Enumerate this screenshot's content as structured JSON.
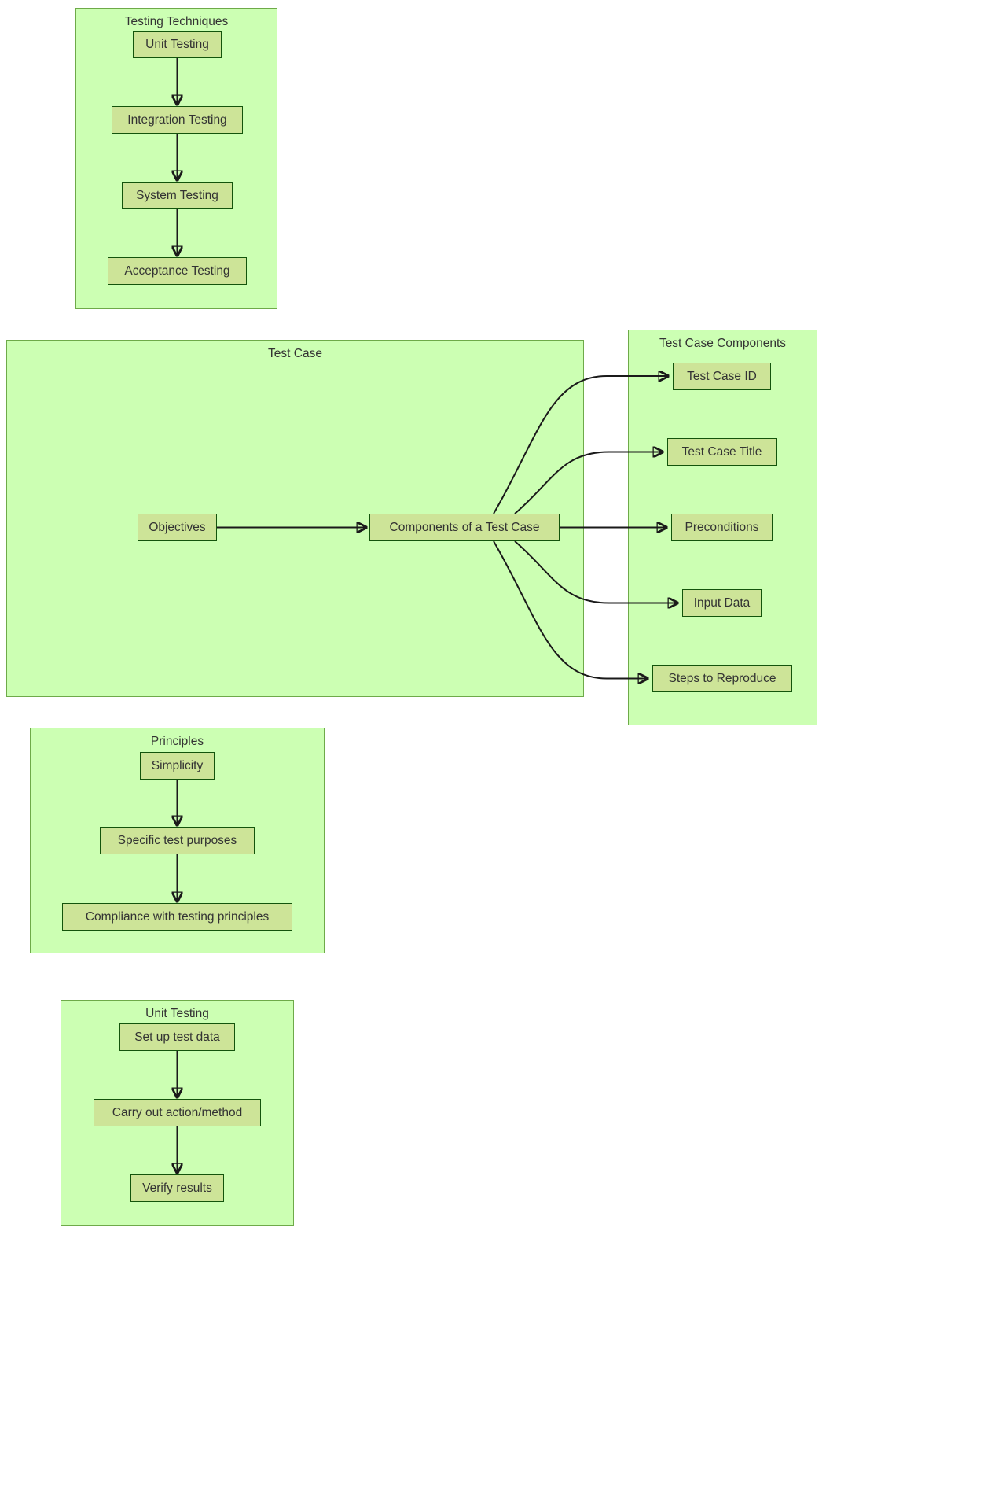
{
  "diagram": {
    "type": "flowchart",
    "colors": {
      "cluster_fill": "#ccffb3",
      "cluster_border": "#6eaa49",
      "node_fill": "#cde498",
      "node_border": "#13540c",
      "edge_color": "#1a1a1a",
      "text_color": "#333333"
    },
    "clusters": {
      "testing_techniques": {
        "title": "Testing Techniques",
        "nodes": {
          "unit": "Unit Testing",
          "integration": "Integration Testing",
          "system": "System Testing",
          "acceptance": "Acceptance Testing"
        }
      },
      "test_case": {
        "title": "Test Case",
        "nodes": {
          "objectives": "Objectives",
          "components": "Components of a Test Case"
        }
      },
      "test_case_components": {
        "title": "Test Case Components",
        "nodes": {
          "id": "Test Case ID",
          "case_title": "Test Case Title",
          "preconditions": "Preconditions",
          "input_data": "Input Data",
          "steps": "Steps to Reproduce"
        }
      },
      "principles": {
        "title": "Principles",
        "nodes": {
          "simplicity": "Simplicity",
          "specific": "Specific test purposes",
          "compliance": "Compliance with testing principles"
        }
      },
      "unit_testing": {
        "title": "Unit Testing",
        "nodes": {
          "setup": "Set up test data",
          "action": "Carry out action/method",
          "verify": "Verify results"
        }
      }
    },
    "edges": [
      {
        "from": "Unit Testing",
        "to": "Integration Testing"
      },
      {
        "from": "Integration Testing",
        "to": "System Testing"
      },
      {
        "from": "System Testing",
        "to": "Acceptance Testing"
      },
      {
        "from": "Objectives",
        "to": "Components of a Test Case"
      },
      {
        "from": "Components of a Test Case",
        "to": "Test Case ID"
      },
      {
        "from": "Components of a Test Case",
        "to": "Test Case Title"
      },
      {
        "from": "Components of a Test Case",
        "to": "Preconditions"
      },
      {
        "from": "Components of a Test Case",
        "to": "Input Data"
      },
      {
        "from": "Components of a Test Case",
        "to": "Steps to Reproduce"
      },
      {
        "from": "Simplicity",
        "to": "Specific test purposes"
      },
      {
        "from": "Specific test purposes",
        "to": "Compliance with testing principles"
      },
      {
        "from": "Set up test data",
        "to": "Carry out action/method"
      },
      {
        "from": "Carry out action/method",
        "to": "Verify results"
      }
    ]
  }
}
